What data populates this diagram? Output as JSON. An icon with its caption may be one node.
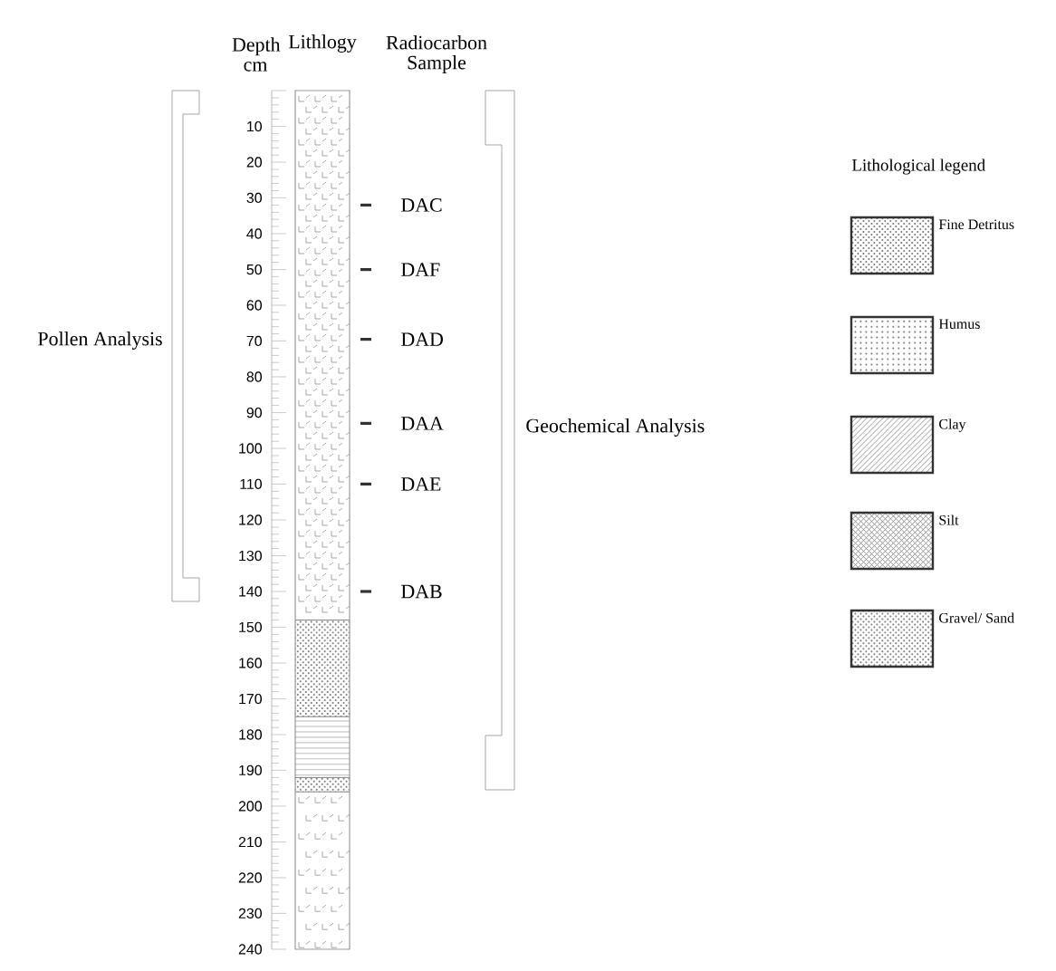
{
  "diagram": {
    "labels": [
      "Depth cm",
      "Lithlogy",
      "Radiocarbon Sample",
      "10",
      "20",
      "30",
      "40",
      "50",
      "60",
      "70",
      "80",
      "90",
      "100",
      "110",
      "120",
      "130",
      "140",
      "150",
      "160",
      "170",
      "180",
      "190",
      "200",
      "210",
      "220",
      "230",
      "240",
      "DAC",
      "DAF",
      "DAD",
      "DAA",
      "DAE",
      "DAB",
      "Pollen Analysis",
      "Geochemical Analysis",
      "Lithological legend"
    ],
    "legend": [
      {
        "text": "Fine Detritus"
      },
      {
        "text": "Humus"
      },
      {
        "text": "Clay"
      },
      {
        "text": "Silt"
      },
      {
        "text": "Gravel/ Sand"
      }
    ]
  }
}
